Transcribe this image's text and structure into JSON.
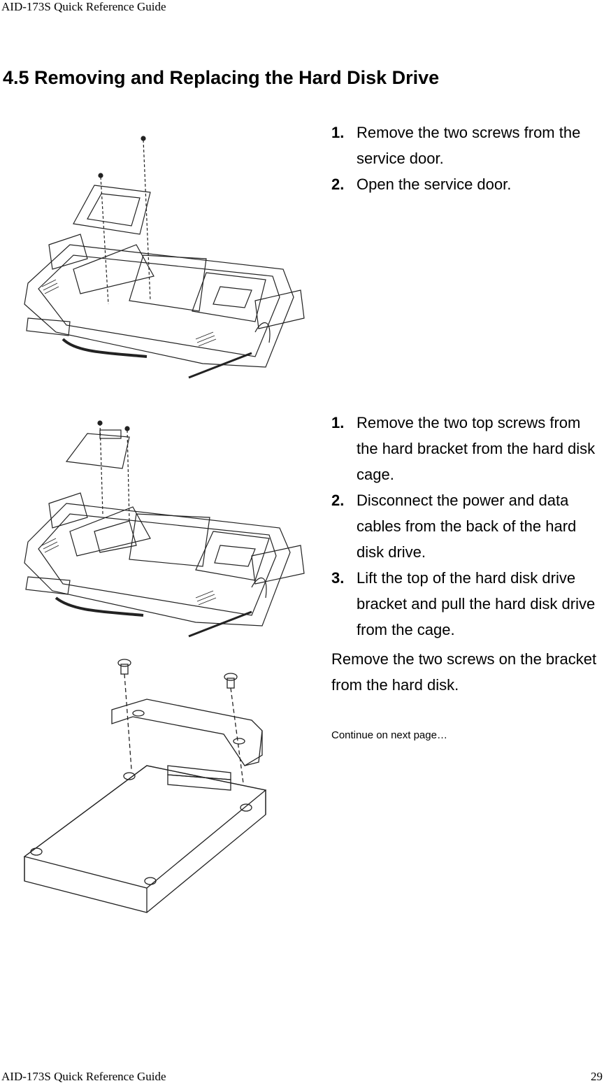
{
  "header": {
    "text": "AID-173S Quick Reference Guide"
  },
  "title": "4.5 Removing and Replacing the Hard Disk Drive",
  "section1": {
    "steps": [
      {
        "num": "1.",
        "text": "Remove the two screws from the service door."
      },
      {
        "num": "2.",
        "text": "Open the service door."
      }
    ]
  },
  "section2": {
    "steps": [
      {
        "num": "1.",
        "text": "Remove the two top screws from the hard bracket from the hard disk cage."
      },
      {
        "num": "2.",
        "text": "Disconnect the power and data cables from the back of the hard disk drive."
      },
      {
        "num": "3.",
        "text": "Lift the top of the hard disk drive bracket and pull the hard disk drive from the cage."
      }
    ]
  },
  "section3": {
    "text": "Remove the two screws on the bracket from the hard disk.",
    "continue": "Continue on next page…"
  },
  "footer": {
    "left": "AID-173S Quick Reference Guide",
    "page": "29"
  }
}
